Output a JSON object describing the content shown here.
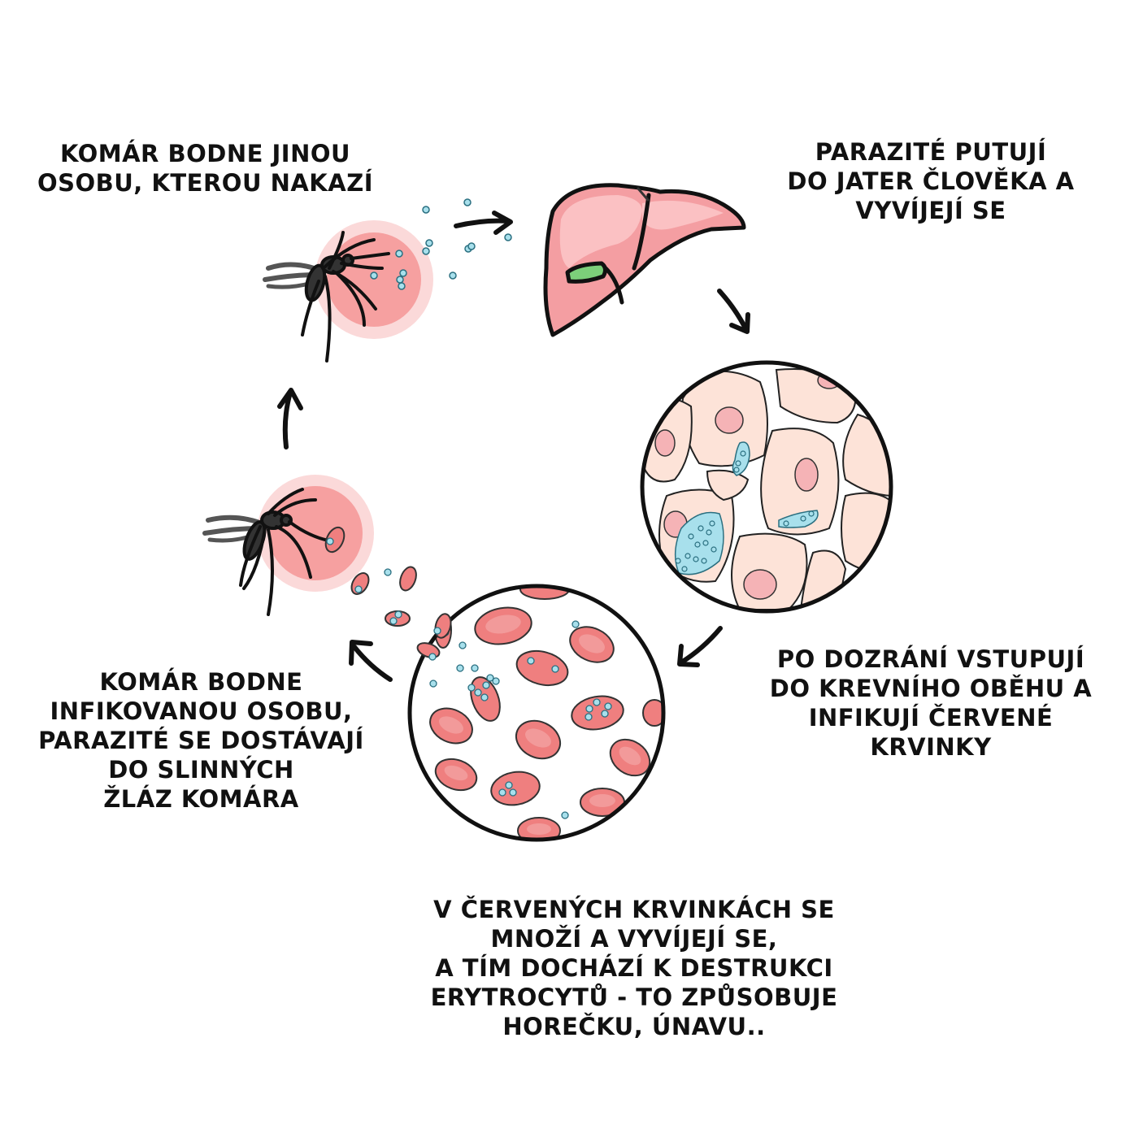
{
  "captions": {
    "top_left": [
      "KOMÁR BODNE JINOU",
      "OSOBU, KTEROU NAKAZÍ"
    ],
    "top_right": [
      "PARAZITÉ PUTUJÍ",
      "DO JATER ČLOVĚKA A",
      "VYVÍJEJÍ SE"
    ],
    "right": [
      "PO DOZRÁNÍ VSTUPUJÍ",
      "DO KREVNÍHO OBĚHU A",
      "INFIKUJÍ ČERVENÉ",
      "KRVINKY"
    ],
    "left": [
      "KOMÁR BODNE",
      "INFIKOVANOU OSOBU,",
      "PARAZITÉ SE DOSTÁVAJÍ",
      "DO SLINNÝCH",
      "ŽLÁZ KOMÁRA"
    ],
    "bottom": [
      "V ČERVENÝCH KRVINKÁCH SE",
      "MNOŽÍ A VYVÍJEJÍ SE,",
      "A TÍM DOCHÁZÍ K DESTRUKCI",
      "ERYTROCYTŮ - TO ZPŮSOBUJE",
      "HOREČKU, ÚNAVU.."
    ]
  },
  "icons": [
    "mosquito-icon",
    "liver-icon",
    "liver-cells-icon",
    "red-blood-cells-icon",
    "parasite-icon",
    "arrow-icon"
  ],
  "colors": {
    "outline": "#111111",
    "blood_glow": "#f4a3a3",
    "liver": "#f4a3a8",
    "gallbladder": "#7ccf7a",
    "cell_fill": "#fde3d8",
    "parasite": "#a8e0ec",
    "rbc": "#ef7f7f"
  }
}
